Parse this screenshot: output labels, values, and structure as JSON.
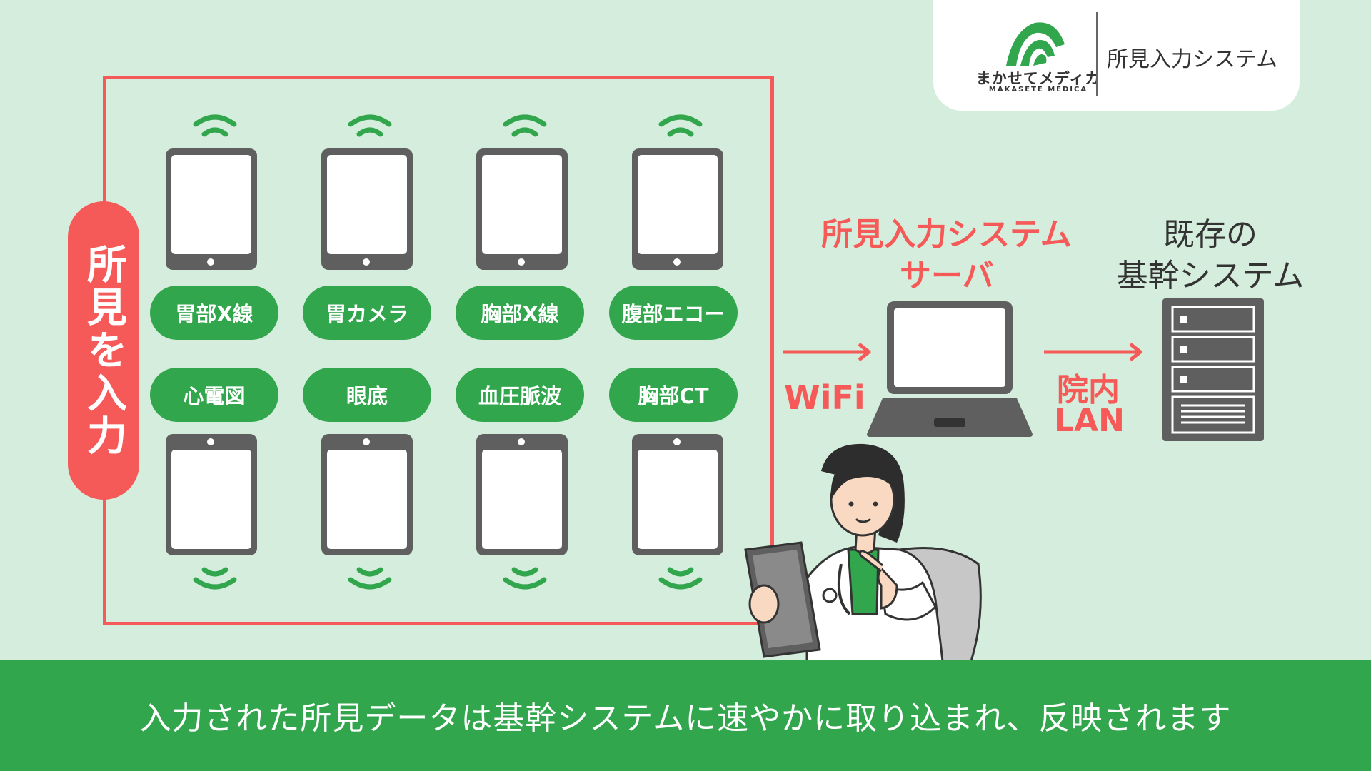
{
  "brand": {
    "logo_text": "まかせてメディカ",
    "logo_sub": "MAKASETE MEDICA",
    "product": "所見入力システム"
  },
  "input_label": "所見を入力",
  "exam_tags": [
    "胃部X線",
    "胃カメラ",
    "胸部X線",
    "腹部エコー",
    "心電図",
    "眼底",
    "血圧脈波",
    "胸部CT"
  ],
  "server": {
    "line1": "所見入力システム",
    "line2": "サーバ"
  },
  "wifi_label": "WiFi",
  "lan_label": {
    "line1": "院内",
    "line2": "LAN"
  },
  "core_system": {
    "line1": "既存の",
    "line2": "基幹システム"
  },
  "footer_text": "入力された所見データは基幹システムに速やかに取り込まれ、反映されます",
  "colors": {
    "green": "#31a64d",
    "red": "#f55a58",
    "background": "#d5eddc"
  },
  "icons": [
    "logo-mark",
    "tablet-icon",
    "wifi-signal-icon",
    "laptop-icon",
    "server-rack-icon",
    "doctor-illustration"
  ]
}
